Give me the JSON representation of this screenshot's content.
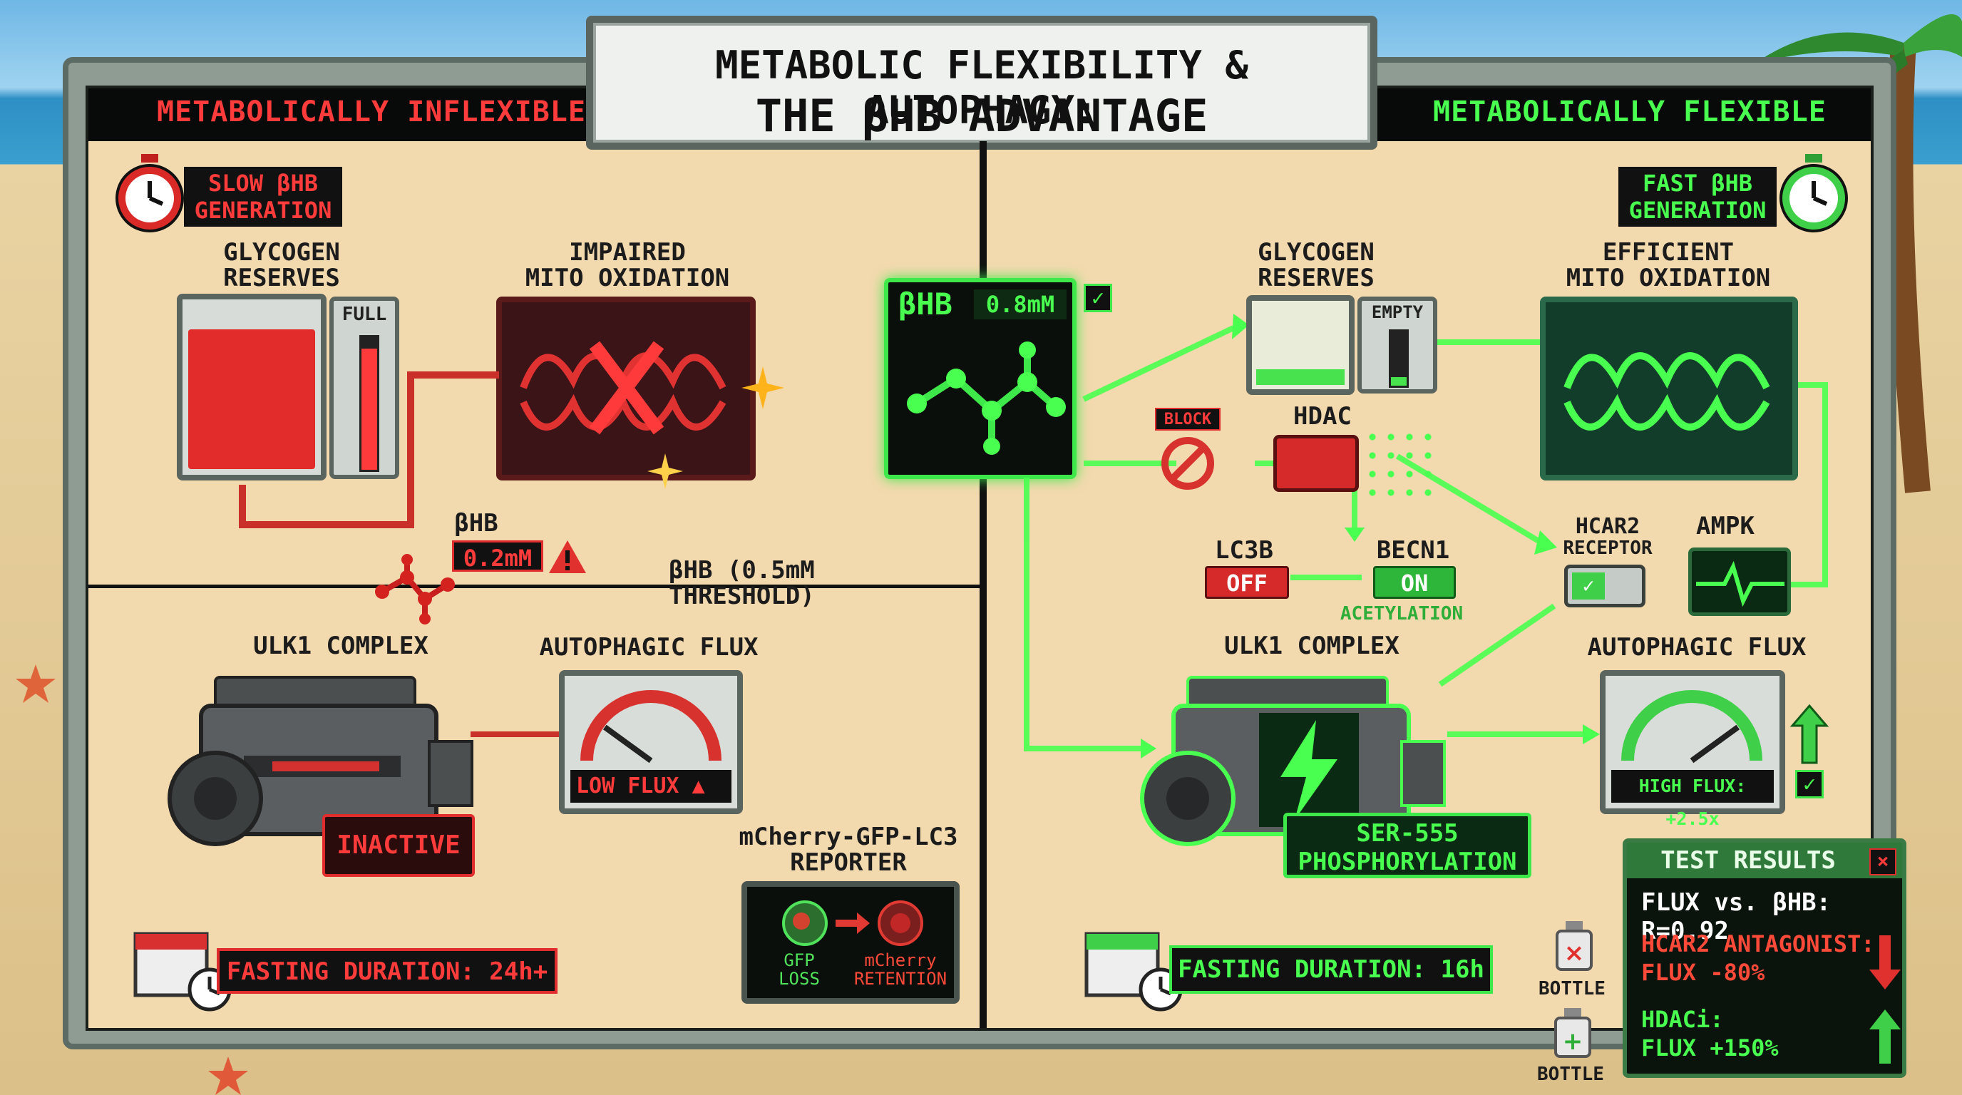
{
  "title": {
    "line1": "METABOLIC FLEXIBILITY & AUTOPHAGY:",
    "line2": "THE βHB ADVANTAGE"
  },
  "left": {
    "header": "METABOLICALLY INFLEXIBLE",
    "timer_badge": {
      "line1": "SLOW βHB",
      "line2": "GENERATION"
    },
    "glycogen": {
      "line1": "GLYCOGEN",
      "line2": "RESERVES",
      "gauge": "FULL",
      "fill": 0.85
    },
    "mito": {
      "line1": "IMPAIRED",
      "line2": "MITO OXIDATION"
    },
    "bhb": {
      "label": "βHB",
      "value": "0.2mM"
    },
    "threshold": "βHB (0.5mM THRESHOLD)",
    "ulk1": {
      "label": "ULK1 COMPLEX",
      "status": "INACTIVE"
    },
    "flux": {
      "label": "AUTOPHAGIC FLUX",
      "status": "LOW FLUX",
      "level": 0.2
    },
    "reporter": {
      "line1": "mCherry-GFP-LC3",
      "line2": "REPORTER",
      "gfp_label1": "GFP",
      "gfp_label2": "LOSS",
      "mcherry_label1": "mCherry",
      "mcherry_label2": "RETENTION"
    },
    "fasting": "FASTING DURATION: 24h+"
  },
  "center": {
    "bhb_label": "βHB",
    "bhb_value": "0.8mM"
  },
  "right": {
    "header": "METABOLICALLY FLEXIBLE",
    "timer_badge": {
      "line1": "FAST βHB",
      "line2": "GENERATION"
    },
    "glycogen": {
      "line1": "GLYCOGEN",
      "line2": "RESERVES",
      "gauge": "EMPTY",
      "fill": 0.12
    },
    "mito": {
      "line1": "EFFICIENT",
      "line2": "MITO OXIDATION"
    },
    "block": "BLOCK",
    "hdac": "HDAC",
    "lc3b": {
      "label": "LC3B",
      "state": "OFF"
    },
    "becn1": {
      "label": "BECN1",
      "state": "ON"
    },
    "acetylation": "ACETYLATION",
    "hcar2": {
      "line1": "HCAR2",
      "line2": "RECEPTOR"
    },
    "ampk": "AMPK",
    "ulk1": {
      "label": "ULK1 COMPLEX",
      "status_line1": "SER-555",
      "status_line2": "PHOSPHORYLATION"
    },
    "flux": {
      "label": "AUTOPHAGIC FLUX",
      "status": "HIGH FLUX: +2.5x",
      "level": 0.8
    },
    "fasting": "FASTING DURATION: 16h"
  },
  "test_results": {
    "title": "TEST RESULTS",
    "row1": "FLUX vs. βHB: R=0.92",
    "row2_line1": "HCAR2 ANTAGONIST:",
    "row2_line2": "FLUX -80%",
    "row3_line1": "HDACi:",
    "row3_line2": "FLUX +150%",
    "bottle1": "BOTTLE",
    "bottle2": "BOTTLE"
  },
  "colors": {
    "red": "#e0312f",
    "green": "#3fe84a",
    "dark": "#0b0f0c",
    "panel": "#f3d9ae"
  }
}
